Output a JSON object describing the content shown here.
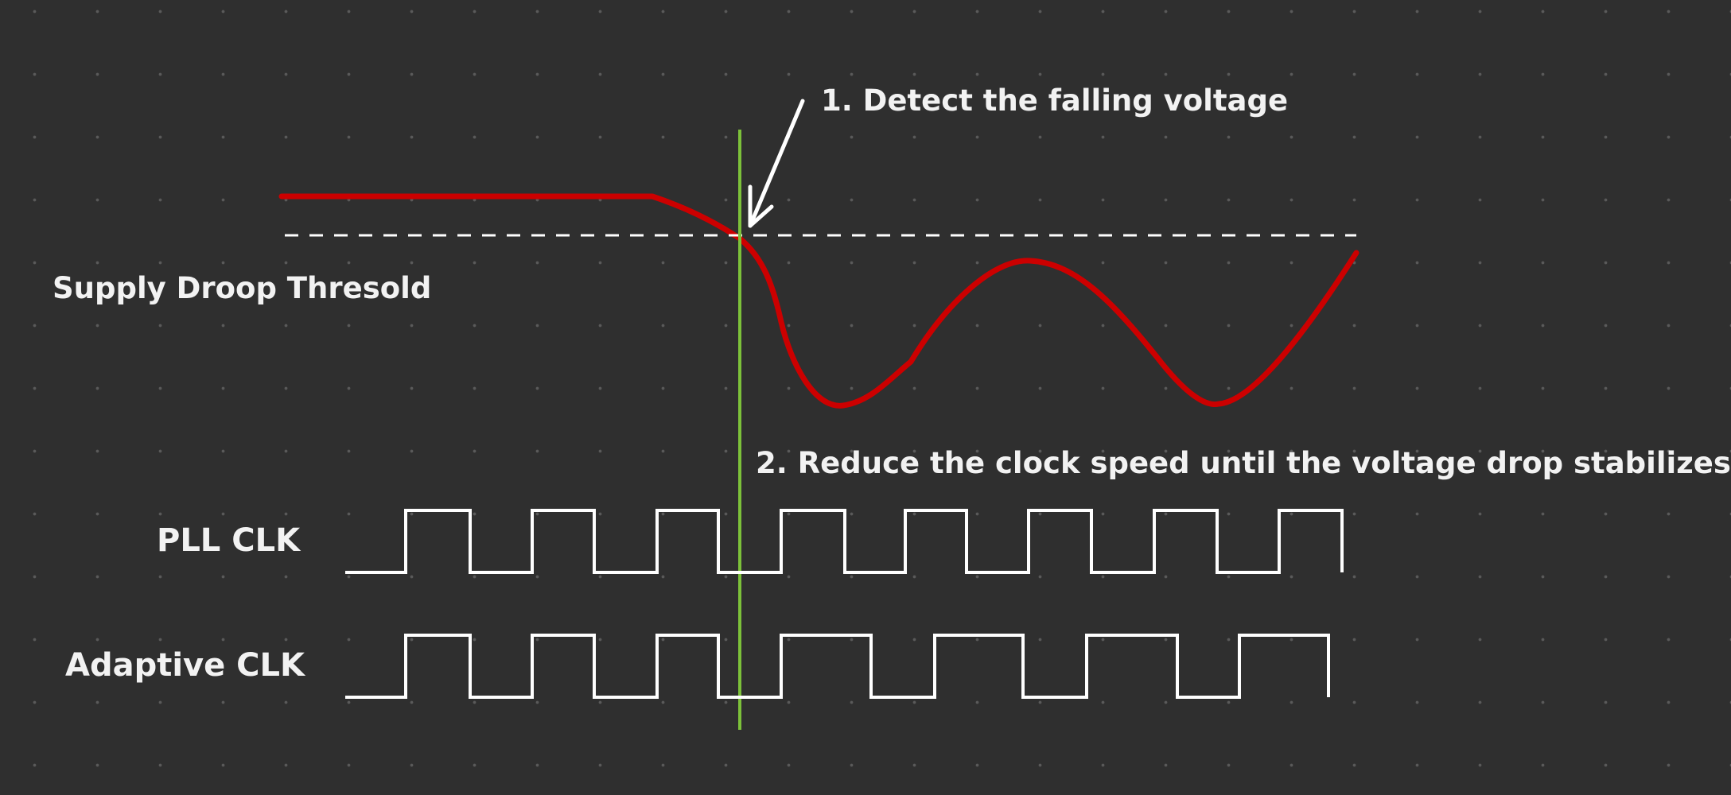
{
  "annotations": {
    "step1": "1. Detect the falling voltage",
    "step2": "2. Reduce the clock speed until the voltage drop stabilizes",
    "threshold": "Supply Droop Thresold"
  },
  "signals": {
    "pll_clk": "PLL CLK",
    "adaptive_clk": "Adaptive CLK",
    "pll_pulse_count": 8,
    "adaptive_pulse_count": 7
  },
  "colors": {
    "background": "#2f2f2f",
    "voltage_curve": "#cc0000",
    "detection_marker": "#7cc13a",
    "clock_waveforms": "#ffffff",
    "threshold_line": "#ffffff"
  }
}
